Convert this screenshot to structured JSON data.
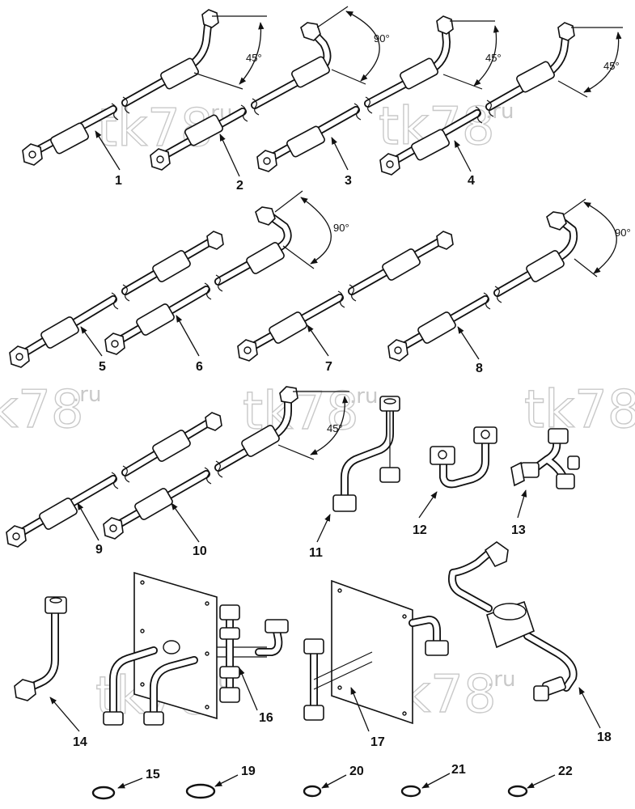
{
  "watermark": {
    "text": "tk78",
    "suffix": ".ru"
  },
  "angles": [
    "45°",
    "90°",
    "45°",
    "45°",
    "90°",
    "90°",
    "45°"
  ],
  "callouts": [
    "1",
    "2",
    "3",
    "4",
    "5",
    "6",
    "7",
    "8",
    "9",
    "10",
    "11",
    "12",
    "13",
    "14",
    "15",
    "16",
    "17",
    "18",
    "19",
    "20",
    "21",
    "22"
  ],
  "colors": {
    "line": "#111111",
    "watermark": "#c9c9c9",
    "background": "#ffffff"
  }
}
